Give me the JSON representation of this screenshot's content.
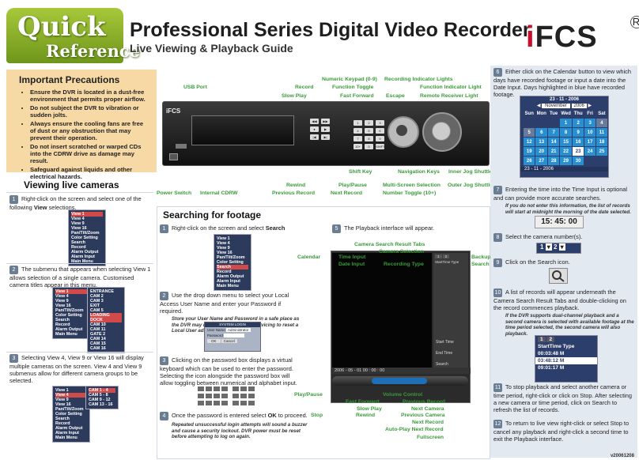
{
  "header": {
    "badge_top": "Quick",
    "badge_bottom": "Reference",
    "title": "Professional Series Digital Video Recorder",
    "subtitle": "Live Viewing & Playback Guide",
    "logo_i": "i",
    "logo_rest": "FCS",
    "logo_reg": "R"
  },
  "precautions": {
    "heading": "Important Precautions",
    "items": [
      "Ensure the DVR is located in a dust-free environment that permits proper airflow.",
      "Do not subject the DVR to vibration or sudden jolts.",
      "Always ensure the cooling fans are free of dust or any obstruction that may prevent their operation.",
      "Do not insert scratched or warped CDs into the CDRW drive as damage may result.",
      "Safeguard against liquids and other electrical hazards."
    ]
  },
  "live": {
    "heading": "Viewing live cameras",
    "steps": [
      {
        "num": "1",
        "text_a": "Right-click on the screen and select one of the following ",
        "bold": "View",
        "text_b": " selections."
      },
      {
        "num": "2",
        "text": "The submenu that appears when selecting View 1 allows selection of a single camera. Customised camera titles appear in this menu."
      },
      {
        "num": "3",
        "text": "Selecting View 4, View 9 or View 16 will display multiple cameras on the screen. View 4 and View 9 submenus allow for different camera groups to be selected."
      }
    ],
    "menu1": [
      "View 1",
      "View 4",
      "View 9",
      "View 16",
      "Pan/Tilt/Zoom",
      "Color Setting",
      "Search",
      "Record",
      "Alarm Output",
      "Alarm Input",
      "Main Menu"
    ],
    "menu2": [
      "View 1",
      "View 4",
      "View 9",
      "View 16",
      "Pan/Tilt/Zoom",
      "Color Setting",
      "Search",
      "Record",
      "Alarm Output",
      "Main Menu"
    ],
    "submenu2": [
      "ENTRANCE",
      "CAM 2",
      "CAM 3",
      "EXIT",
      "CAM 5",
      "LOADING DOCK",
      "CAM 10",
      "CAM 11",
      "GATE 2",
      "CAM 14",
      "CAM 15",
      "CAM 16"
    ],
    "menu3": [
      "View 1",
      "View 4",
      "View 9",
      "View 16",
      "Pan/Tilt/Zoom",
      "Color Setting",
      "Search",
      "Record",
      "Alarm Output",
      "Alarm Input",
      "Main Menu"
    ],
    "submenu3": [
      "CAM 1 - 4",
      "CAM 5 - 8",
      "CAM 9 - 12",
      "CAM 13 - 16"
    ]
  },
  "dvr": {
    "brand": "iFCS",
    "labels_top": {
      "usb": "USB Port",
      "record": "Record",
      "slow_play": "Slow Play",
      "numeric_keypad": "Numeric Keypad (0-9)",
      "function_toggle": "Function Toggle",
      "fast_forward": "Fast Forward",
      "recording_indicator": "Recording Indicator Lights",
      "escape": "Escape",
      "function_indicator": "Function Indicator Light",
      "remote_receiver": "Remote Receiver Light"
    },
    "labels_bottom": {
      "shift_key": "Shift Key",
      "navigation_keys": "Navigation Keys",
      "inner_jog": "Inner Jog Shuttle",
      "rewind": "Rewind",
      "play_pause": "Play/Pause",
      "multi_screen": "Multi-Screen Selection",
      "outer_jog": "Outer Jog Shuttle",
      "power": "Power Switch",
      "cdrw": "Internal CDRW",
      "previous_record": "Previous Record",
      "next_record": "Next Record",
      "number_toggle": "Number Toggle (10+)"
    },
    "keys": [
      "1",
      "2",
      "3",
      "4",
      "5",
      "6",
      "7",
      "8",
      "9",
      "0",
      "10+",
      "FN",
      "ESC",
      "SHIFT"
    ]
  },
  "search": {
    "heading": "Searching for footage",
    "step1": {
      "num": "1",
      "text_a": "Right-click on the screen and select ",
      "bold": "Search"
    },
    "step2": {
      "num": "2",
      "text": "Use the drop down menu to select your Local Access User Name and enter your Password if required.",
      "note": "Store your User Name and Password in a safe place as the DVR may require manufacturer servicing to reset a Local User administrative account."
    },
    "step3": {
      "num": "3",
      "text": "Clicking on the password box displays a virtual keyboard which can be used to enter the password. Selecting the icon alongside the password box will allow toggling between numerical and alphabet input."
    },
    "step4": {
      "num": "4",
      "text_a": "Once the password is entered select ",
      "bold": "OK",
      "text_b": " to proceed.",
      "note": "Repeated unsuccessful login attempts will sound a buzzer and cause a security lockout. DVR power must be reset before attempting to log on again."
    },
    "step5": {
      "num": "5",
      "text": "The Playback interface will appear."
    },
    "login": {
      "title": "SYSTEM LOGIN",
      "user_label": "User Name",
      "user_value": "Administrator",
      "pw_label": "Password",
      "ok": "OK",
      "cancel": "Cancel"
    },
    "menu": [
      "View 1",
      "View 4",
      "View 9",
      "View 16",
      "Pan/Tilt/Zoom",
      "Color Setting",
      "Search",
      "Record",
      "Alarm Output",
      "Alarm Input",
      "Main Menu"
    ]
  },
  "playback": {
    "labels": {
      "camera_search_tabs": "Camera Search Result Tabs",
      "camera_selection": "Camera Selection",
      "calendar": "Calendar",
      "time_input": "Time Input",
      "date_input": "Date Input",
      "recording_type": "Recording Type",
      "backup": "Backup",
      "search": "Search",
      "play_pause": "Play/Pause",
      "fast_forward": "Fast Forward",
      "slow_play": "Slow Play",
      "stop": "Stop",
      "rewind": "Rewind",
      "volume_control": "Volume Control",
      "previous_record": "Previous Record",
      "next_camera": "Next Camera",
      "previous_camera": "Previous Camera",
      "next_record": "Next Record",
      "auto_play": "Auto-Play Next Record",
      "fullscreen": "Fullscreen"
    },
    "timestamp": "2006 - 05 - 01  00 : 00 : 00",
    "start_time": "Start Time",
    "end_time": "End Time",
    "search_btn": "Search",
    "start_type": "StartTime Type"
  },
  "right": {
    "step6": {
      "num": "6",
      "text": "Either click on the Calendar button to view which days have recorded footage or input a date into the Date Input. Days highlighted in blue have recorded footage."
    },
    "calendar": {
      "date": "23 - 11 - 2006",
      "month": "November",
      "year": "2006",
      "days": [
        "Sun",
        "Mon",
        "Tue",
        "Wed",
        "Thu",
        "Fri",
        "Sat"
      ],
      "weeks": [
        [
          "",
          "",
          "",
          "1",
          "2",
          "3",
          "4"
        ],
        [
          "5",
          "6",
          "7",
          "8",
          "9",
          "10",
          "11"
        ],
        [
          "12",
          "13",
          "14",
          "15",
          "16",
          "17",
          "18"
        ],
        [
          "19",
          "20",
          "21",
          "22",
          "23",
          "24",
          "25"
        ],
        [
          "26",
          "27",
          "28",
          "29",
          "30",
          "",
          ""
        ]
      ],
      "footer": "23 - 11 - 2006"
    },
    "step7": {
      "num": "7",
      "text": "Entering the time into the Time Input is optional and can provide more accurate searches.",
      "note": "If you do not enter this information, the list of records will start at midnight the morning of the date selected."
    },
    "time": "15: 45: 00",
    "step8": {
      "num": "8",
      "text": "Select the camera number(s)."
    },
    "camera_numbers": [
      "1",
      "2"
    ],
    "step9": {
      "num": "9",
      "text": "Click on the Search icon."
    },
    "step10": {
      "num": "10",
      "text": "A list of records will appear underneath the Camera Search Result Tabs and double-clicking on the record commences playback.",
      "note": "If the DVR supports dual-channel playback and a second camera is selected with available footage at the time period selected, the second camera will also playback."
    },
    "records": {
      "tabs": [
        "1",
        "2"
      ],
      "header": "StartTime Type",
      "rows": [
        "00:03:48  M",
        "03:48:12  M",
        "09:01:17  M"
      ]
    },
    "step11": {
      "num": "11",
      "text": "To stop playback and select another camera or time period, right-click or click on Stop. After selecting a new camera or time period, click on Search to refresh the list of records."
    },
    "step12": {
      "num": "12",
      "text": "To return to live view right-click or select Stop to cancel any playback and right-click a second time to exit the Playback interface."
    }
  },
  "footer": "v20061208",
  "colors": {
    "accent_green": "#3a9a3a",
    "badge_green": "#8db52a",
    "panel": "#f7d9a6",
    "menu_bg": "#2c3a5c",
    "cal_blue": "#2a8fd0"
  }
}
